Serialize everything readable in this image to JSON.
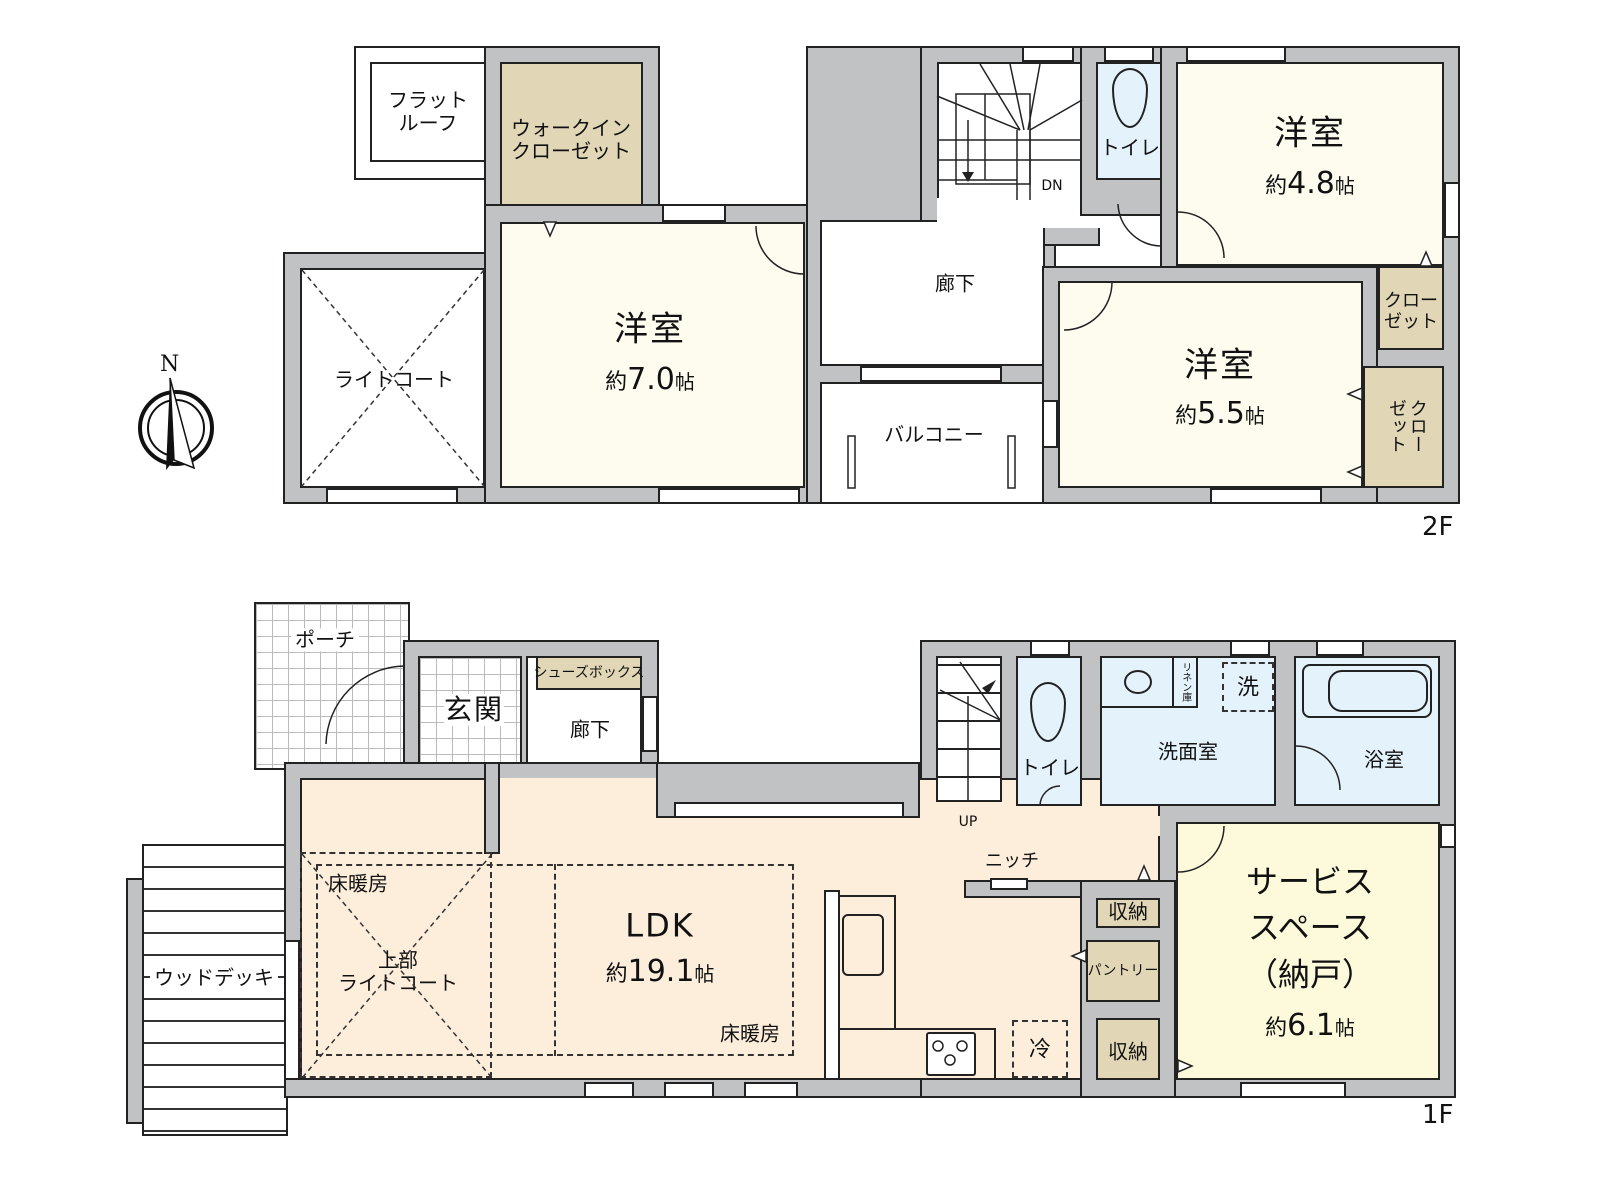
{
  "colors": {
    "wall": "#c0c2c3",
    "bedroom": "#fefcee",
    "closet": "#e1d6b6",
    "wet_area": "#e4f2fc",
    "ldk": "#fdeedb",
    "service_space": "#fdfadc",
    "white": "#ffffff"
  },
  "compass": {
    "label": "N"
  },
  "floor2": {
    "floor_label": "2F",
    "flat_roof": "フラット\nルーフ",
    "walk_in_closet": "ウォークイン\nクローゼット",
    "light_court": "ライトコート",
    "bedroom_a": {
      "name": "洋室",
      "area_prefix": "約",
      "area_value": "7.0",
      "area_unit": "帖"
    },
    "bedroom_b": {
      "name": "洋室",
      "area_prefix": "約",
      "area_value": "4.8",
      "area_unit": "帖"
    },
    "bedroom_c": {
      "name": "洋室",
      "area_prefix": "約",
      "area_value": "5.5",
      "area_unit": "帖"
    },
    "toilet": "トイレ",
    "stairs_direction": "DN",
    "hallway": "廊下",
    "balcony": "バルコニー",
    "closet_a": "クロー\nゼット",
    "closet_b": "クロー\nゼット"
  },
  "floor1": {
    "floor_label": "1F",
    "porch": "ポーチ",
    "entrance": "玄関",
    "shoe_box": "シューズボックス",
    "hallway": "廊下",
    "wood_deck": "ウッドデッキ",
    "floor_heating_a": "床暖房",
    "floor_heating_b": "床暖房",
    "upper_light_court": "上部\nライトコート",
    "ldk": {
      "name": "LDK",
      "area_prefix": "約",
      "area_value": "19.1",
      "area_unit": "帖"
    },
    "stairs_direction": "UP",
    "niche": "ニッチ",
    "storage_a": "収納",
    "storage_b": "収納",
    "pantry": "パントリー",
    "fridge": "冷",
    "toilet": "トイレ",
    "washroom": "洗面室",
    "linen": "リネン庫",
    "washer": "洗",
    "bathroom": "浴室",
    "service_space": {
      "name": "サービス\nスペース\n（納戸）",
      "area_prefix": "約",
      "area_value": "6.1",
      "area_unit": "帖"
    }
  }
}
